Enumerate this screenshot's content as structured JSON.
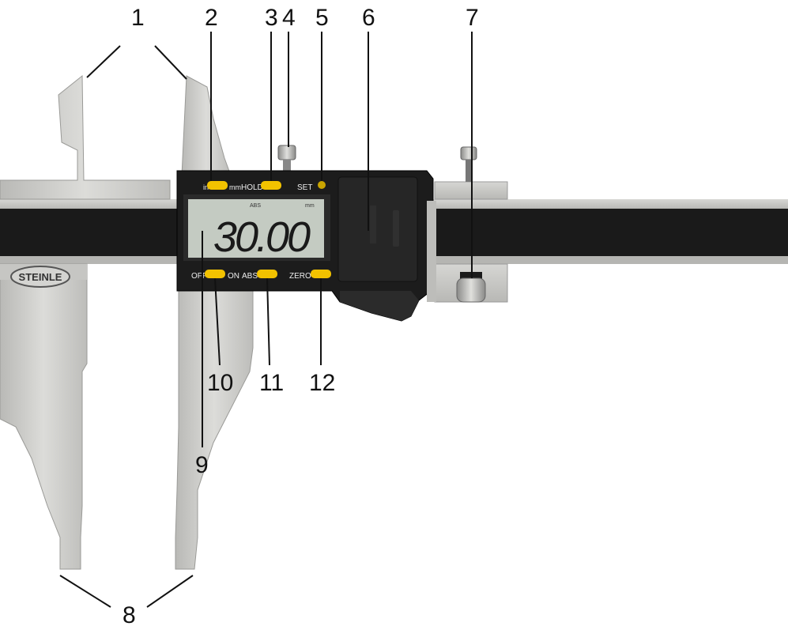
{
  "brand": {
    "logo_text": "STEINLE"
  },
  "display": {
    "reading": "30.00",
    "indicator_abs": "ABS",
    "indicator_unit": "mm"
  },
  "buttons": {
    "unit_left": "in",
    "unit_right": "mm",
    "hold": "HOLD",
    "set": "SET",
    "off": "OFF",
    "on": "ON",
    "abs": "ABS",
    "zero": "ZERO"
  },
  "callouts": [
    "1",
    "2",
    "3",
    "4",
    "5",
    "6",
    "7",
    "8",
    "9",
    "10",
    "11",
    "12"
  ],
  "colors": {
    "button_yellow": "#f2c200",
    "body_black": "#1c1c1c",
    "steel": "#c9c9c6",
    "lcd": "#c4cbc2"
  }
}
